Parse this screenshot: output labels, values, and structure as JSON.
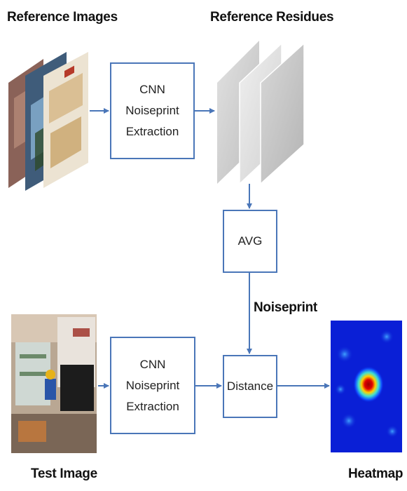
{
  "labels": {
    "reference_images": "Reference Images",
    "reference_residues": "Reference Residues",
    "noiseprint": "Noiseprint",
    "test_image": "Test Image",
    "heatmap": "Heatmap"
  },
  "boxes": {
    "cnn_top": [
      "CNN",
      "Noiseprint",
      "Extraction"
    ],
    "avg": "AVG",
    "cnn_bottom": [
      "CNN",
      "Noiseprint",
      "Extraction"
    ],
    "distance": "Distance"
  },
  "colors": {
    "box_border": "#4a76b8",
    "arrow": "#4a76b8",
    "heatmap_background": "#0a1fd6",
    "heatmap_hotspot": "#c80000"
  }
}
